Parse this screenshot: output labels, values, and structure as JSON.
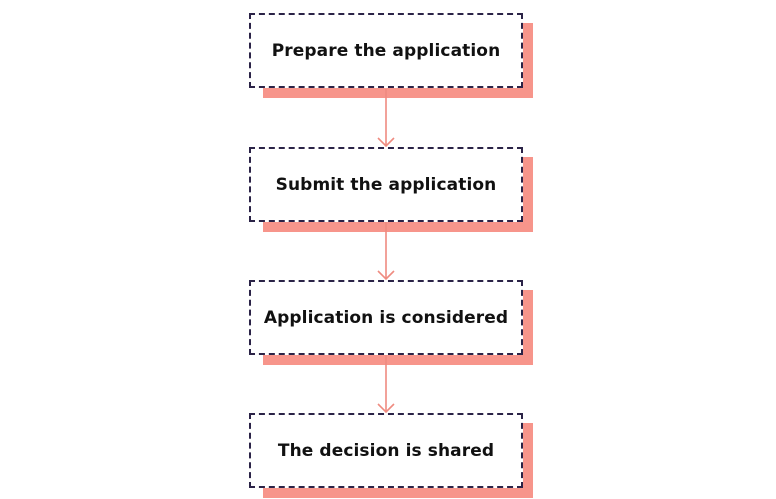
{
  "colors": {
    "box_border": "#2b2347",
    "shadow": "#f7958b",
    "arrow": "#ef8b80",
    "text": "#111111"
  },
  "steps": [
    {
      "label": "Prepare the application"
    },
    {
      "label": "Submit the application"
    },
    {
      "label": "Application is considered"
    },
    {
      "label": "The decision is shared"
    }
  ],
  "connectors": [
    {
      "from": 0,
      "to": 1
    },
    {
      "from": 1,
      "to": 2
    },
    {
      "from": 2,
      "to": 3
    }
  ]
}
